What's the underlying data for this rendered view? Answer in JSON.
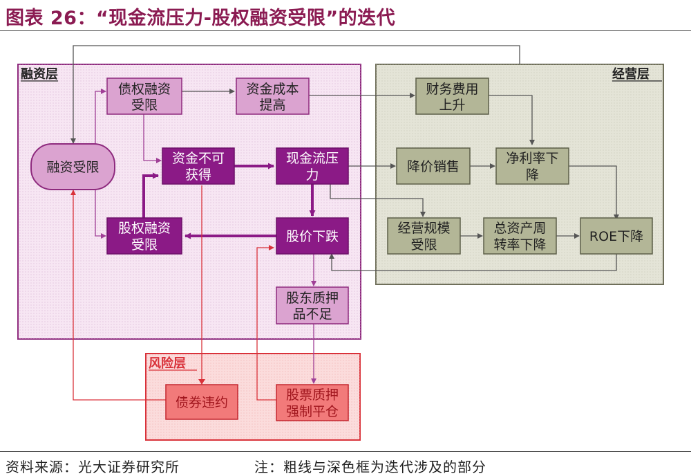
{
  "title": "图表 26：“现金流压力-股权融资受限”的迭代",
  "footer": {
    "source": "资料来源：光大证券研究所",
    "note": "注：粗线与深色框为迭代涉及的部分"
  },
  "regions": {
    "financing": "融资层",
    "operating": "经营层",
    "risk": "风险层"
  },
  "nodes": {
    "financing_limit": "融资受限",
    "debt_limit": [
      "债权融资",
      "受限"
    ],
    "fund_cost": [
      "资金成本",
      "提高"
    ],
    "fund_unavail": [
      "资金不可",
      "获得"
    ],
    "cash_pressure": [
      "现金流压",
      "力"
    ],
    "equity_limit": [
      "股权融资",
      "受限"
    ],
    "price_drop": "股价下跌",
    "pledge_short": [
      "股东质押",
      "品不足"
    ],
    "fin_cost": [
      "财务费用",
      "上升"
    ],
    "cut_price": "降价销售",
    "net_margin": [
      "净利率下",
      "降"
    ],
    "scale_limit": [
      "经营规模",
      "受限"
    ],
    "turnover": [
      "总资产周",
      "转率下降"
    ],
    "roe": "ROE下降",
    "bond_default": "债券违约",
    "forced_close": [
      "股票质押",
      "强制平仓"
    ]
  },
  "colors": {
    "title": "#8b1b52",
    "financing_border": "#8e2a7e",
    "financing_fill": "#f7e6f3",
    "light_box": "#dba3d0",
    "dark_box": "#8b1a86",
    "operating_border": "#6f6f5a",
    "operating_fill": "#e4e4d7",
    "olive_box": "#b3b697",
    "risk_border": "#d9323a",
    "risk_fill": "#fbdcdc",
    "risk_box": "#f27a7a"
  }
}
